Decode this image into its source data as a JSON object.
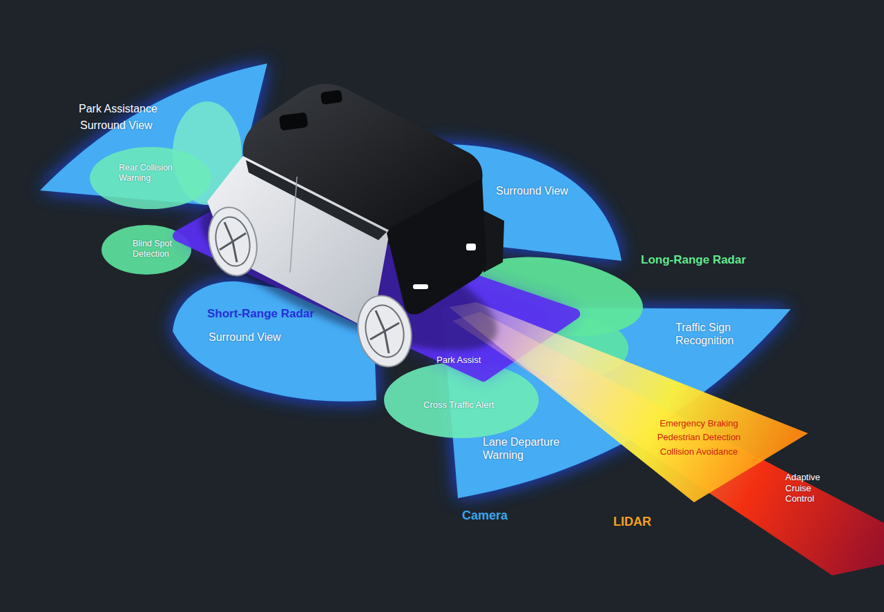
{
  "diagram": {
    "labels": [
      "Park Assistance",
      "Surround View",
      "Rear Collision Warning",
      "Blind Spot Detection",
      "Surround View",
      "Long-Range Radar",
      "Short-Range Radar",
      "Surround View",
      "Traffic Sign Recognition",
      "Park Assist",
      "Cross Traffic Alert",
      "Lane Departure Warning",
      "Emergency Braking",
      "Pedestrian Detection",
      "Collision Avoidance",
      "Adaptive Cruise Control",
      "Camera",
      "LIDAR"
    ]
  }
}
